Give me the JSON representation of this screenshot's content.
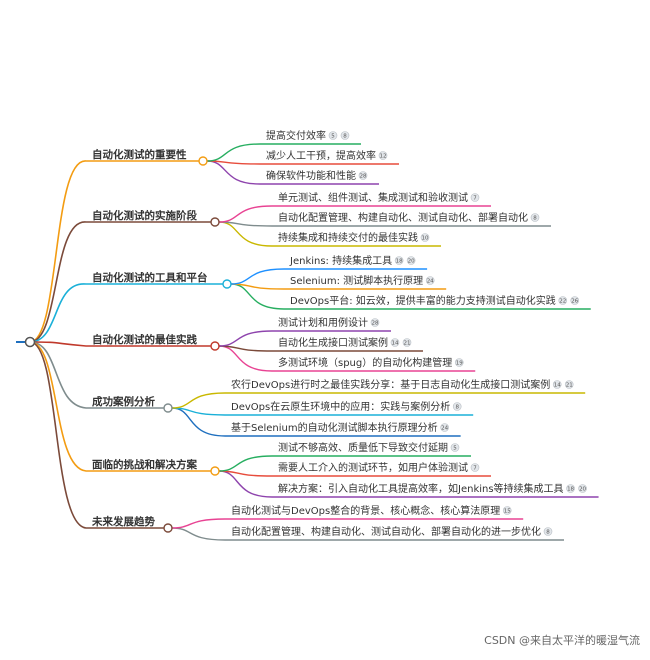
{
  "branches": [
    {
      "label": "自动化测试的重要性",
      "color": "#f39c12",
      "leaves": [
        {
          "text": "提高交付效率",
          "color": "#27ae60",
          "refs": [
            "5",
            "8"
          ]
        },
        {
          "text": "减少人工干预，提高效率",
          "color": "#e74c3c",
          "refs": [
            "12"
          ]
        },
        {
          "text": "确保软件功能和性能",
          "color": "#8e44ad",
          "refs": [
            "28"
          ]
        }
      ]
    },
    {
      "label": "自动化测试的实施阶段",
      "color": "#7b4a3a",
      "leaves": [
        {
          "text": "单元测试、组件测试、集成测试和验收测试",
          "color": "#e84393",
          "refs": [
            "7"
          ]
        },
        {
          "text": "自动化配置管理、构建自动化、测试自动化、部署自动化",
          "color": "#7f8c8d",
          "refs": [
            "8"
          ]
        },
        {
          "text": "持续集成和持续交付的最佳实践",
          "color": "#c9b800",
          "refs": [
            "10"
          ]
        }
      ]
    },
    {
      "label": "自动化测试的工具和平台",
      "color": "#1ab0d8",
      "leaves": [
        {
          "text": "Jenkins: 持续集成工具",
          "color": "#1e90ff",
          "refs": [
            "18",
            "20"
          ]
        },
        {
          "text": "Selenium: 测试脚本执行原理",
          "color": "#f39c12",
          "refs": [
            "24"
          ]
        },
        {
          "text": "DevOps平台: 如云效，提供丰富的能力支持测试自动化实践",
          "color": "#27ae60",
          "refs": [
            "22",
            "26"
          ]
        }
      ]
    },
    {
      "label": "自动化测试的最佳实践",
      "color": "#c0392b",
      "leaves": [
        {
          "text": "测试计划和用例设计",
          "color": "#8e44ad",
          "refs": [
            "28"
          ]
        },
        {
          "text": "自动化生成接口测试案例",
          "color": "#7b4a3a",
          "refs": [
            "14",
            "21"
          ]
        },
        {
          "text": "多测试环境（spug）的自动化构建管理",
          "color": "#e84393",
          "refs": [
            "19"
          ]
        }
      ]
    },
    {
      "label": "成功案例分析",
      "color": "#7f8c8d",
      "leaves": [
        {
          "text": "农行DevOps进行时之最佳实践分享：基于日志自动化生成接口测试案例",
          "color": "#c9b800",
          "refs": [
            "14",
            "21"
          ]
        },
        {
          "text": "DevOps在云原生环境中的应用：实践与案例分析",
          "color": "#1ab0d8",
          "refs": [
            "8"
          ]
        },
        {
          "text": "基于Selenium的自动化测试脚本执行原理分析",
          "color": "#1e6fbf",
          "refs": [
            "24"
          ]
        }
      ]
    },
    {
      "label": "面临的挑战和解决方案",
      "color": "#f39c12",
      "leaves": [
        {
          "text": "测试不够高效、质量低下导致交付延期",
          "color": "#27ae60",
          "refs": [
            "5"
          ]
        },
        {
          "text": "需要人工介入的测试环节，如用户体验测试",
          "color": "#e74c3c",
          "refs": [
            "7"
          ]
        },
        {
          "text": "解决方案：引入自动化工具提高效率，如Jenkins等持续集成工具",
          "color": "#8e44ad",
          "refs": [
            "18",
            "20"
          ]
        }
      ]
    },
    {
      "label": "未来发展趋势",
      "color": "#7b4a3a",
      "leaves": [
        {
          "text": "自动化测试与DevOps整合的背景、核心概念、核心算法原理",
          "color": "#e84393",
          "refs": [
            "15"
          ]
        },
        {
          "text": "自动化配置管理、构建自动化、测试自动化、部署自动化的进一步优化",
          "color": "#7f8c8d",
          "refs": [
            "8"
          ]
        }
      ]
    }
  ],
  "watermark": "CSDN @来自太平洋的暖湿气流"
}
